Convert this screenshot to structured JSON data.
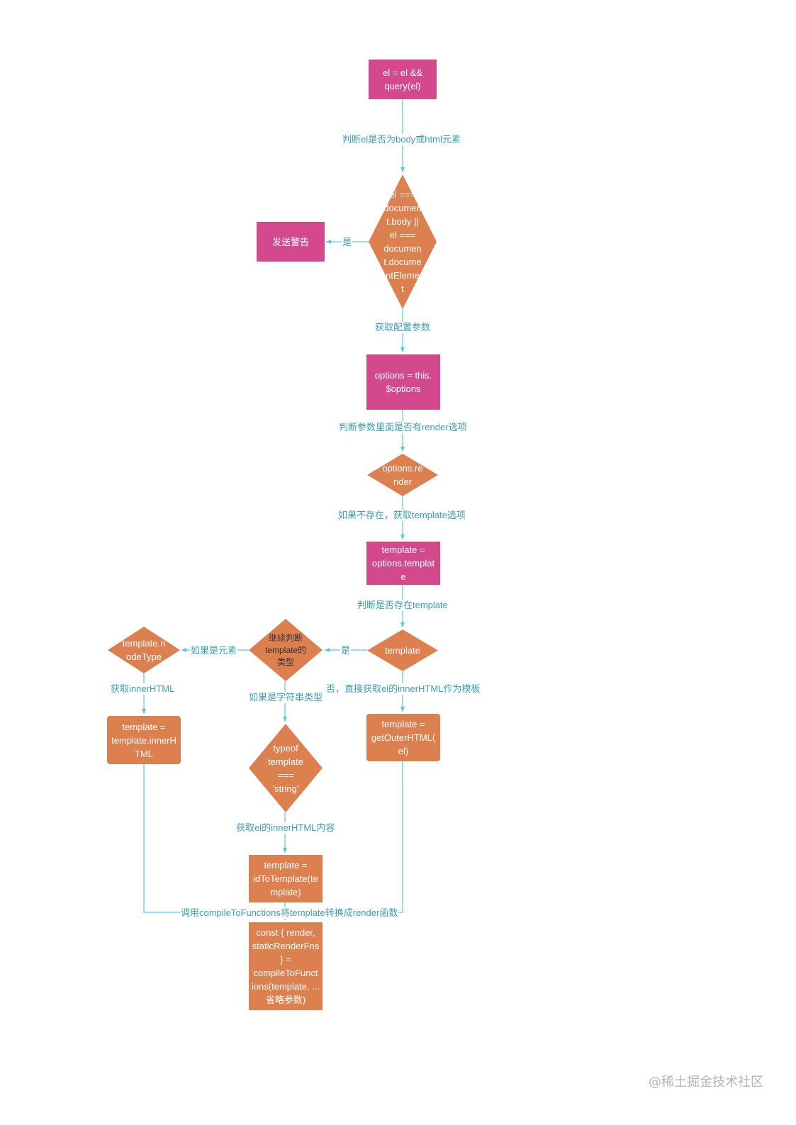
{
  "colors": {
    "process": "#d4498c",
    "decision": "#dd8050",
    "connector": "#5ac8d8",
    "label": "#3a9fb0"
  },
  "nodes": {
    "n1": "el = el &&\nquery(el)",
    "d1": "el ===\ndocumen\nt.body ||\nel ===\ndocumen\nt.docume\nntEleme\nt",
    "warn": "发送警告",
    "n2": "options = this.\n$options",
    "d2": "options.re\nnder",
    "n3": "template =\noptions.templat\ne",
    "d3": "template",
    "d4": "继续判断\ntemplate的\n类型",
    "d5": "template.n\nodeType",
    "d6": "typeof\ntemplate\n===\n'string'",
    "n_inner": "template =\ntemplate.innerH\nTML",
    "n_outer": "template =\ngetOuterHTML(\nel)",
    "n_id": "template =\nidToTemplate(te\nmplate)",
    "n_final": "const { render,\nstaticRenderFns\n} =\ncompileToFunct\nions(template, ...\n省略参数)"
  },
  "edges": {
    "e1": "判断el是否为body或html元素",
    "e_yes1": "是",
    "e2": "获取配置参数",
    "e3": "判断参数里面是否有render选项",
    "e4": "如果不存在，获取template选项",
    "e5": "判断是否存在template",
    "e_yes2": "是",
    "e_elem": "如果是元素",
    "e_no": "否，直接获取el的innerHTML作为模板",
    "e_inner": "获取innerHTML",
    "e_str": "如果是字符串类型",
    "e_id": "获取el的innerHTML内容",
    "e_compile": "调用compileToFunctions将template转换成render函数"
  },
  "watermark": "@稀土掘金技术社区"
}
